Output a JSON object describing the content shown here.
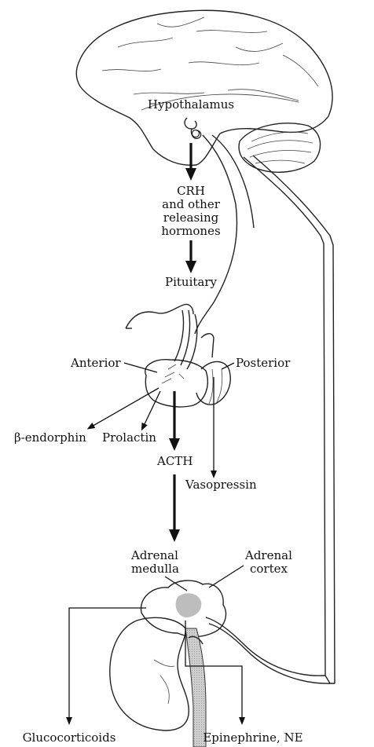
{
  "labels": {
    "hypothalamus": "Hypothalamus",
    "crh_line1": "CRH",
    "crh_line2": "and other",
    "crh_line3": "releasing",
    "crh_line4": "hormones",
    "pituitary": "Pituitary",
    "anterior": "Anterior",
    "posterior": "Posterior",
    "beta_endorphin": "β-endorphin",
    "prolactin": "Prolactin",
    "acth": "ACTH",
    "vasopressin": "Vasopressin",
    "adrenal_medulla_line1": "Adrenal",
    "adrenal_medulla_line2": "medulla",
    "adrenal_cortex_line1": "Adrenal",
    "adrenal_cortex_line2": "cortex",
    "glucocorticoids": "Glucocorticoids",
    "epinephrine_ne": "Epinephrine, NE"
  }
}
